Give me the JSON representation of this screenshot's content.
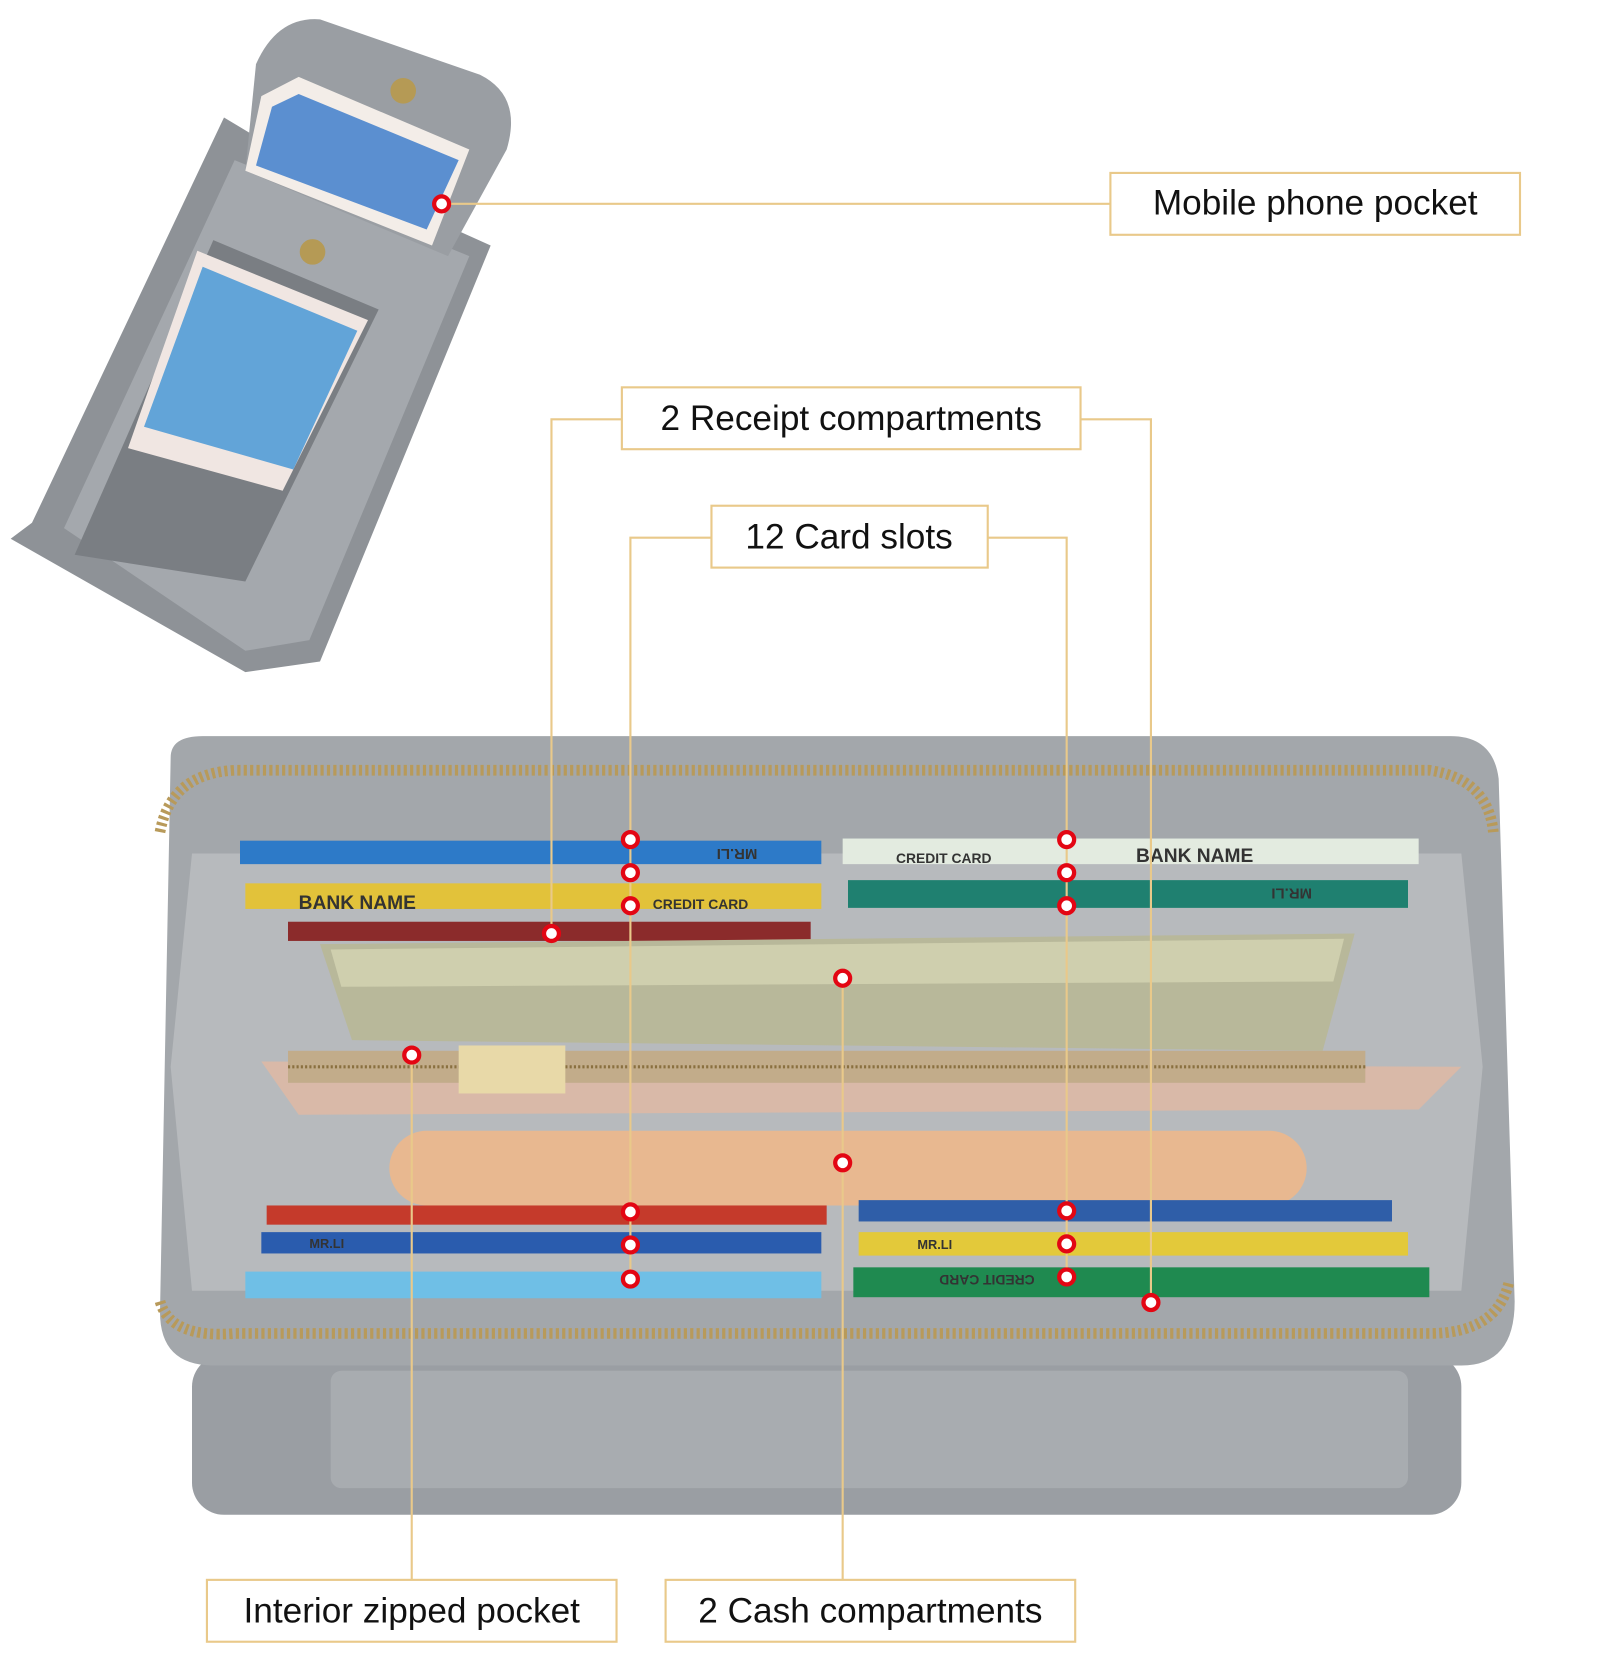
{
  "callouts": {
    "mobile_phone_pocket": "Mobile phone pocket",
    "receipt_compartments": "2 Receipt compartments",
    "card_slots": "12 Card slots",
    "interior_zipped_pocket": "Interior zipped pocket",
    "cash_compartments": "2 Cash compartments"
  },
  "card_text": {
    "bank_name": "BANK NAME",
    "credit_card": "CREDIT CARD",
    "holder": "MR.LI"
  },
  "colors": {
    "callout_line": "#e9c98a",
    "marker": "#e30613",
    "wallet_grey": "#9a9ea3",
    "zipper_gold": "#b89a5a",
    "lining_pink": "#d9b9a8"
  }
}
